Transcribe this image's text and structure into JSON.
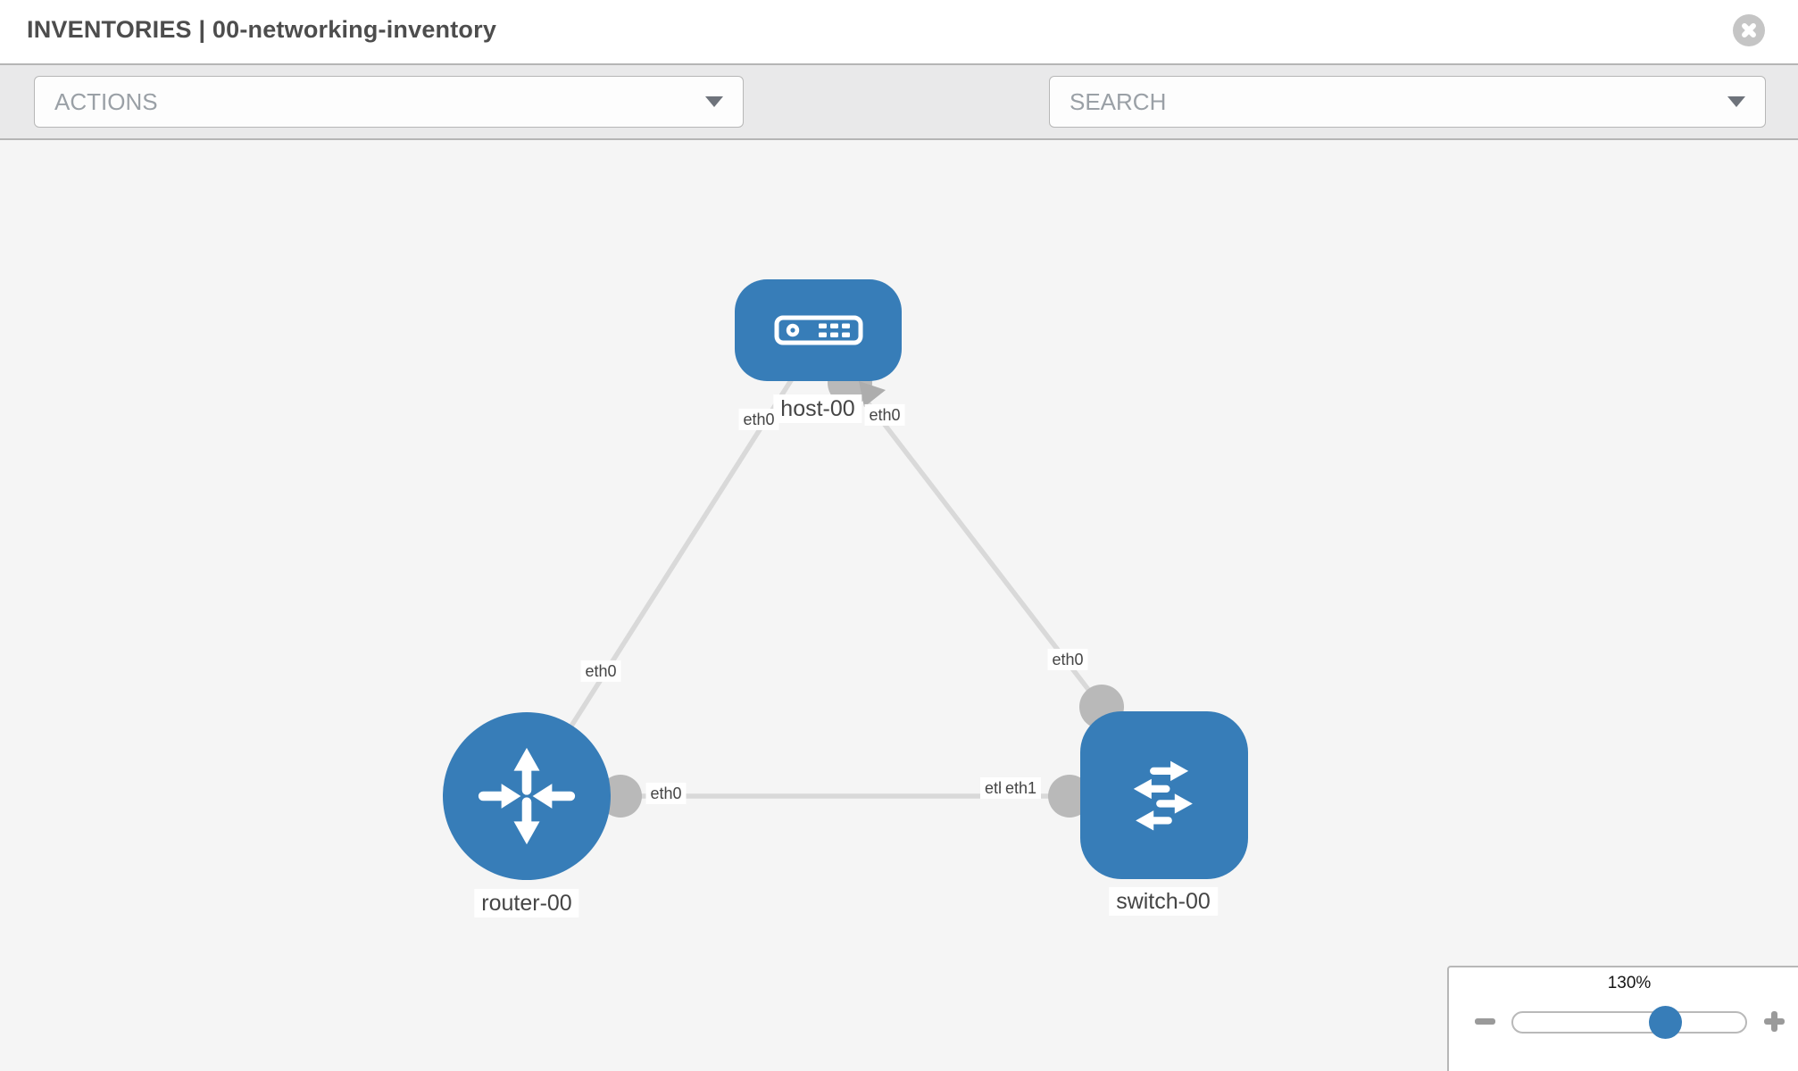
{
  "header": {
    "title": "INVENTORIES | 00-networking-inventory"
  },
  "toolbar": {
    "actions_label": "ACTIONS",
    "search_label": "SEARCH"
  },
  "icons": {
    "close": "x-circle-icon",
    "actions_caret": "chevron-down-icon",
    "wrench": "wrench-icon",
    "key": "key-icon",
    "search_caret": "chevron-down-icon",
    "zoom_out": "minus-icon",
    "zoom_in": "plus-icon"
  },
  "colors": {
    "node_blue": "#377db8",
    "link_gray": "#d9d9d9",
    "connector_gray": "#b9b9b9",
    "canvas_bg": "#f5f5f5",
    "toolbar_bg": "#e9e9ea"
  },
  "topology": {
    "nodes": [
      {
        "id": "host-00",
        "type": "host",
        "label": "host-00"
      },
      {
        "id": "router-00",
        "type": "router",
        "label": "router-00"
      },
      {
        "id": "switch-00",
        "type": "switch",
        "label": "switch-00"
      }
    ],
    "links": [
      {
        "from": "router-00",
        "from_interface": "eth0",
        "to": "host-00",
        "to_interface": "eth0"
      },
      {
        "from": "switch-00",
        "from_interface": "eth0",
        "to": "host-00",
        "to_interface": "eth0"
      },
      {
        "from": "router-00",
        "from_interface": "eth0",
        "to": "switch-00",
        "to_interface": "eth1"
      }
    ],
    "interface_labels": {
      "host_left": "eth0",
      "host_right": "eth0",
      "router_top": "eth0",
      "router_right": "eth0",
      "switch_top": "eth0",
      "switch_left_under": "eth0",
      "switch_left": "eth1"
    }
  },
  "zoom_control": {
    "level": "130%"
  }
}
